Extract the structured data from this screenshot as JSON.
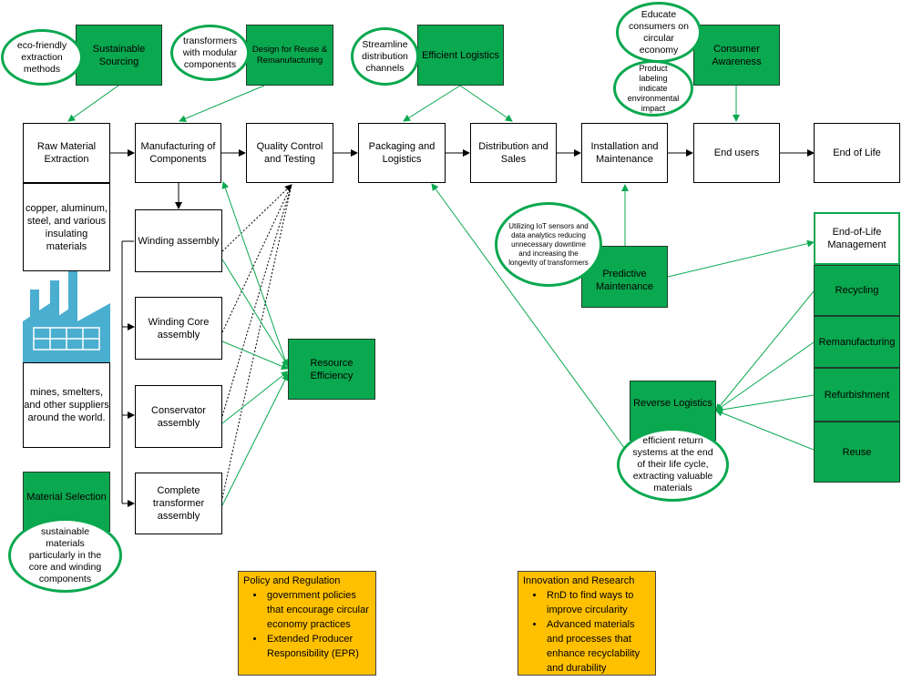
{
  "main_flow": {
    "raw_material": "Raw Material Extraction",
    "manufacturing": "Manufacturing of Components",
    "quality": "Quality Control and Testing",
    "packaging": "Packaging and Logistics",
    "distribution": "Distribution and Sales",
    "installation": "Installation and Maintenance",
    "end_users": "End users",
    "end_of_life": "End of Life"
  },
  "materials_note": "copper, aluminum, steel, and various insulating materials",
  "suppliers_note": "mines, smelters, and other suppliers around the world.",
  "assemblies": {
    "winding": "Winding assembly",
    "winding_core": "Winding Core assembly",
    "conservator": "Conservator assembly",
    "complete": "Complete transformer assembly"
  },
  "green_boxes": {
    "sustainable_sourcing": "Sustainable Sourcing",
    "design_reuse": "Design for Reuse & Remanufacturing",
    "efficient_logistics": "Efficient Logistics",
    "consumer_awareness": "Consumer Awareness",
    "resource_efficiency": "Resource Efficiency",
    "material_selection": "Material Selection",
    "predictive_maintenance": "Predictive Maintenance",
    "reverse_logistics": "Reverse Logistics",
    "recycling": "Recycling",
    "remanufacturing": "Remanufacturing",
    "refurbishment": "Refurbishment",
    "reuse": "Reuse"
  },
  "eol_management": "End-of-Life Management",
  "ovals": {
    "eco_friendly": "eco-friendly extraction methods",
    "modular": "transformers with modular components",
    "streamline": "Streamline distribution channels",
    "educate": "Educate consumers on circular economy",
    "labeling": "Product labeling indicate environmental impact",
    "iot": "Utilizing IoT sensors and data analytics reducing unnecessary downtime and increasing the longevity of transformers",
    "return_systems": "efficient return systems at the end of their life cycle, extracting valuable materials",
    "sustainable_materials": "sustainable materials particularly in the core and winding components"
  },
  "policy": {
    "title": "Policy and Regulation",
    "items": [
      "government policies that encourage circular economy practices",
      "Extended Producer Responsibility (EPR)"
    ]
  },
  "innovation": {
    "title": "Innovation and Research",
    "items": [
      "RnD to find ways to improve circularity",
      "Advanced materials and processes that enhance recyclability and durability"
    ]
  },
  "colors": {
    "green": "#0aa84f",
    "orange": "#ffc000",
    "factory": "#4aaed0"
  },
  "icons": [
    "factory-icon"
  ]
}
